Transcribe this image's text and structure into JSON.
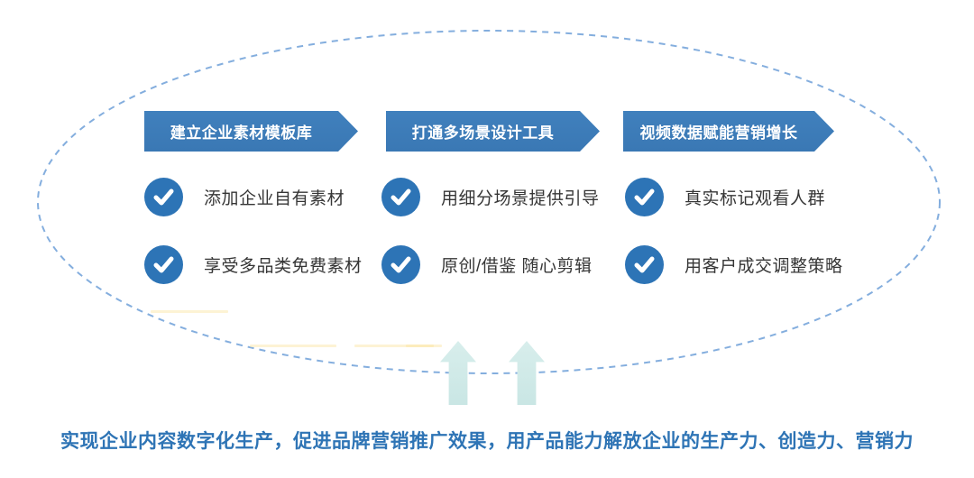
{
  "diagram": {
    "columns": [
      {
        "header": "建立企业素材模板库",
        "items": [
          "添加企业自有素材",
          "享受多品类免费素材"
        ]
      },
      {
        "header": "打通多场景设计工具",
        "items": [
          "用细分场景提供引导",
          "原创/借鉴 随心剪辑"
        ]
      },
      {
        "header": "视频数据赋能营销增长",
        "items": [
          "真实标记观看人群",
          "用客户成交调整策略"
        ]
      }
    ],
    "footer": "实现企业内容数字化生产，促进品牌营销推广效果，用产品能力解放企业的生产力、创造力、营销力",
    "colors": {
      "banner_blue": "#3d7ab7",
      "check_circle_blue": "#2d74b6",
      "ellipse_stroke": "#84aede",
      "arrow_teal": "#cfe9e7",
      "footer_text_blue": "#2e74b5",
      "item_text": "#363636"
    },
    "icons": {
      "check": "check-icon",
      "banner_arrow": "right-arrow-banner",
      "bottom_arrows": "up-arrow-icon"
    }
  }
}
